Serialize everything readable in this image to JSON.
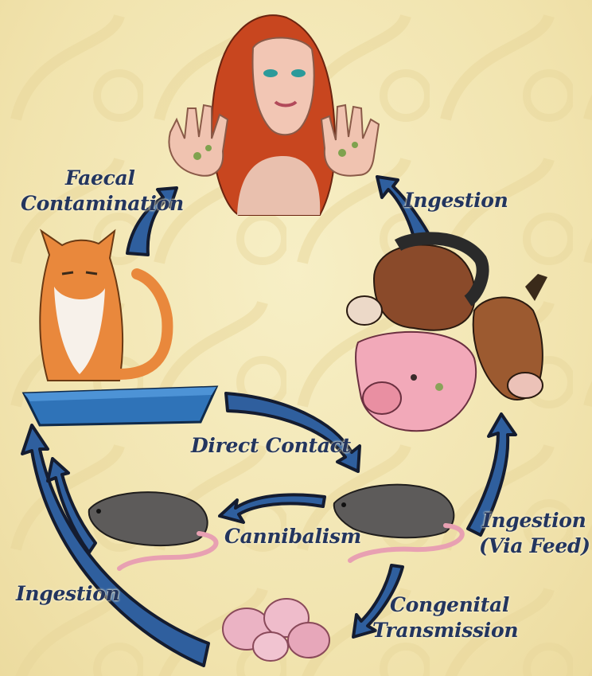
{
  "labels": {
    "faecal_contamination_1": "Faecal",
    "faecal_contamination_2": "Contamination",
    "ingestion_top": "Ingestion",
    "direct_contact": "Direct Contact",
    "cannibalism": "Cannibalism",
    "ingestion_feed_1": "Ingestion",
    "ingestion_feed_2": "(Via Feed)",
    "ingestion_left": "Ingestion",
    "congenital_1": "Congenital",
    "congenital_2": "Transmission"
  },
  "colors": {
    "background": "#f4e9b8",
    "arrow_fill": "#2f5f9e",
    "arrow_outline": "#141c30",
    "label_text": "#23355e",
    "cat_orange": "#e9883c",
    "litter_box": "#2f73b8",
    "rat_grey": "#5d5b5a",
    "rat_tail_pink": "#e8a0b2",
    "pig_pink": "#f2a9b9",
    "hair_red": "#c8461f"
  },
  "icons": [
    "woman-icon",
    "cat-icon",
    "litter-box-icon",
    "goat-icon",
    "cow-icon",
    "pig-icon",
    "rat-icon",
    "newborn-rats-icon"
  ]
}
